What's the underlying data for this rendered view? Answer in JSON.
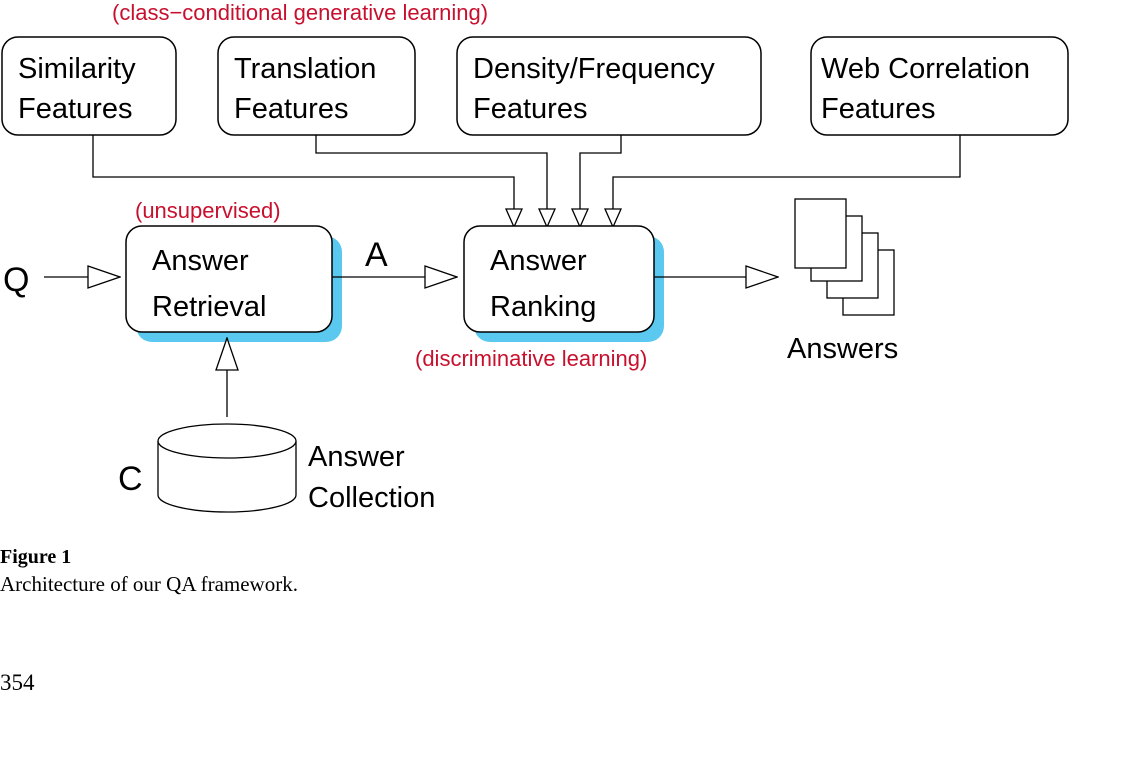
{
  "annotations": {
    "top": "(class−conditional generative learning)",
    "retrieval": "(unsupervised)",
    "ranking": "(discriminative learning)"
  },
  "feature_boxes": [
    {
      "line1": "Similarity",
      "line2": "Features"
    },
    {
      "line1": "Translation",
      "line2": "Features"
    },
    {
      "line1": "Density/Frequency",
      "line2": "Features"
    },
    {
      "line1": "Web Correlation",
      "line2": "Features"
    }
  ],
  "retrieval_box": {
    "line1": "Answer",
    "line2": "Retrieval"
  },
  "ranking_box": {
    "line1": "Answer",
    "line2": "Ranking"
  },
  "input_label": "Q",
  "edge_label": "A",
  "collection_letter": "C",
  "collection_label": {
    "line1": "Answer",
    "line2": "Collection"
  },
  "output_label": "Answers",
  "figure": {
    "label": "Figure 1",
    "caption": "Architecture of our QA framework."
  },
  "page_number": "354",
  "colors": {
    "accent_shadow": "#5bc8f0",
    "annotation_red": "#c8102e"
  }
}
